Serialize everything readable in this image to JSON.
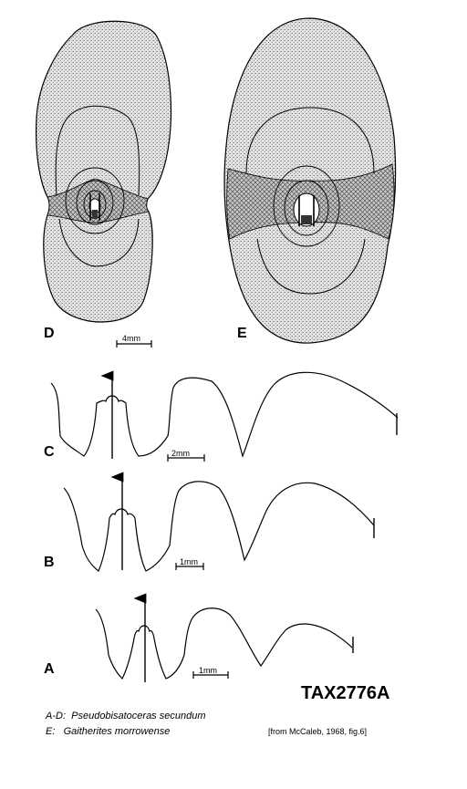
{
  "figures": {
    "D": {
      "label": "D",
      "scale": "4mm"
    },
    "E": {
      "label": "E"
    },
    "C": {
      "label": "C",
      "scale": "2mm"
    },
    "B": {
      "label": "B",
      "scale": "1mm"
    },
    "A": {
      "label": "A",
      "scale": "1mm"
    }
  },
  "plate_id": "TAX2776A",
  "captions": {
    "line1_key": "A-D:",
    "line1_taxon": "Pseudobisatoceras secundum",
    "line2_key": "E:",
    "line2_taxon": "Gaitherites morrowense",
    "source": "[from McCaleb, 1968, fig.6]"
  }
}
